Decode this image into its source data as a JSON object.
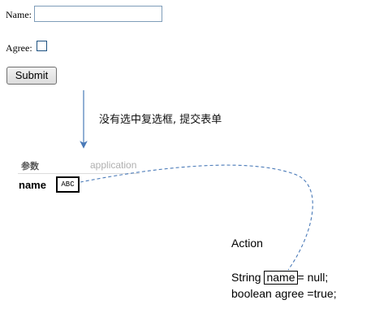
{
  "form": {
    "name_label": "Name:",
    "name_value": "",
    "agree_label": "Agree:",
    "submit_label": "Submit"
  },
  "caption": "没有选中复选框, 提交表单",
  "table": {
    "param_header": "参数",
    "app_header": "application",
    "row_name": "name",
    "row_value": "ABC"
  },
  "action": {
    "title": "Action",
    "line1_prefix": "String ",
    "line1_field": "name",
    "line1_suffix": "= null;",
    "line2": "boolean agree =true;"
  },
  "colors": {
    "arrow": "#4a7ab8",
    "dashed": "#4a7ab8"
  }
}
